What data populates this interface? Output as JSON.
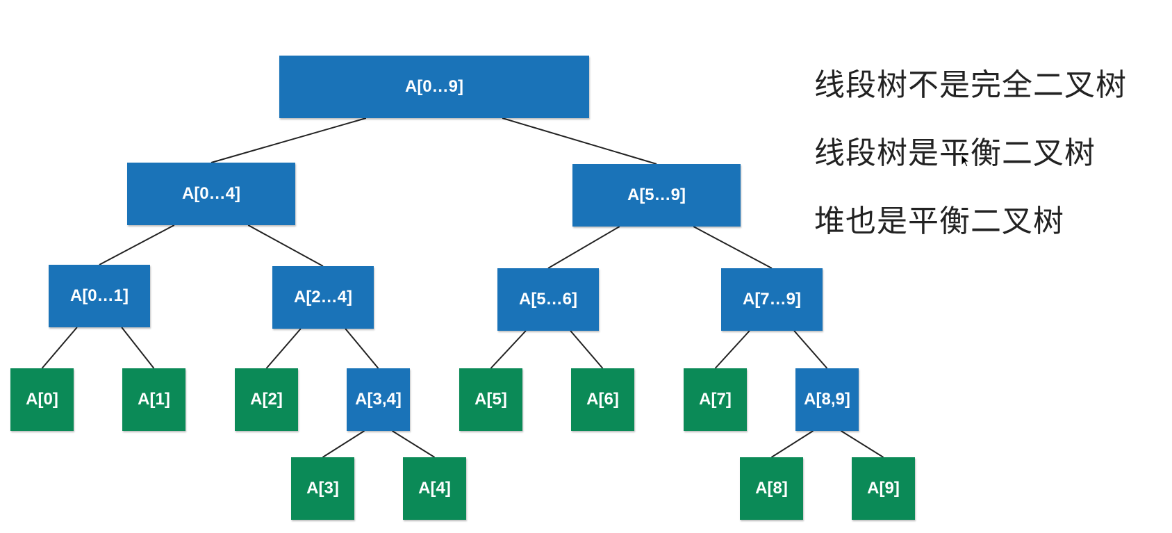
{
  "colors": {
    "internal_node": "#1a73b8",
    "leaf_node": "#0b8a57",
    "edge": "#222222",
    "note_text": "#222222"
  },
  "tree": {
    "nodes": [
      {
        "id": "n0_9",
        "label": "A[0…9]",
        "kind": "internal",
        "parent": null
      },
      {
        "id": "n0_4",
        "label": "A[0…4]",
        "kind": "internal",
        "parent": "n0_9"
      },
      {
        "id": "n5_9",
        "label": "A[5…9]",
        "kind": "internal",
        "parent": "n0_9"
      },
      {
        "id": "n0_1",
        "label": "A[0…1]",
        "kind": "internal",
        "parent": "n0_4"
      },
      {
        "id": "n2_4",
        "label": "A[2…4]",
        "kind": "internal",
        "parent": "n0_4"
      },
      {
        "id": "n5_6",
        "label": "A[5…6]",
        "kind": "internal",
        "parent": "n5_9"
      },
      {
        "id": "n7_9",
        "label": "A[7…9]",
        "kind": "internal",
        "parent": "n5_9"
      },
      {
        "id": "l0",
        "label": "A[0]",
        "kind": "leaf",
        "parent": "n0_1"
      },
      {
        "id": "l1",
        "label": "A[1]",
        "kind": "leaf",
        "parent": "n0_1"
      },
      {
        "id": "l2",
        "label": "A[2]",
        "kind": "leaf",
        "parent": "n2_4"
      },
      {
        "id": "n3_4",
        "label": "A[3,4]",
        "kind": "internal",
        "parent": "n2_4"
      },
      {
        "id": "l5",
        "label": "A[5]",
        "kind": "leaf",
        "parent": "n5_6"
      },
      {
        "id": "l6",
        "label": "A[6]",
        "kind": "leaf",
        "parent": "n5_6"
      },
      {
        "id": "l7",
        "label": "A[7]",
        "kind": "leaf",
        "parent": "n7_9"
      },
      {
        "id": "n8_9",
        "label": "A[8,9]",
        "kind": "internal",
        "parent": "n7_9"
      },
      {
        "id": "l3",
        "label": "A[3]",
        "kind": "leaf",
        "parent": "n3_4"
      },
      {
        "id": "l4",
        "label": "A[4]",
        "kind": "leaf",
        "parent": "n3_4"
      },
      {
        "id": "l8",
        "label": "A[8]",
        "kind": "leaf",
        "parent": "n8_9"
      },
      {
        "id": "l9",
        "label": "A[9]",
        "kind": "leaf",
        "parent": "n8_9"
      }
    ]
  },
  "notes": [
    "线段树不是完全二叉树",
    "线段树是平衡二叉树",
    "堆也是平衡二叉树"
  ]
}
